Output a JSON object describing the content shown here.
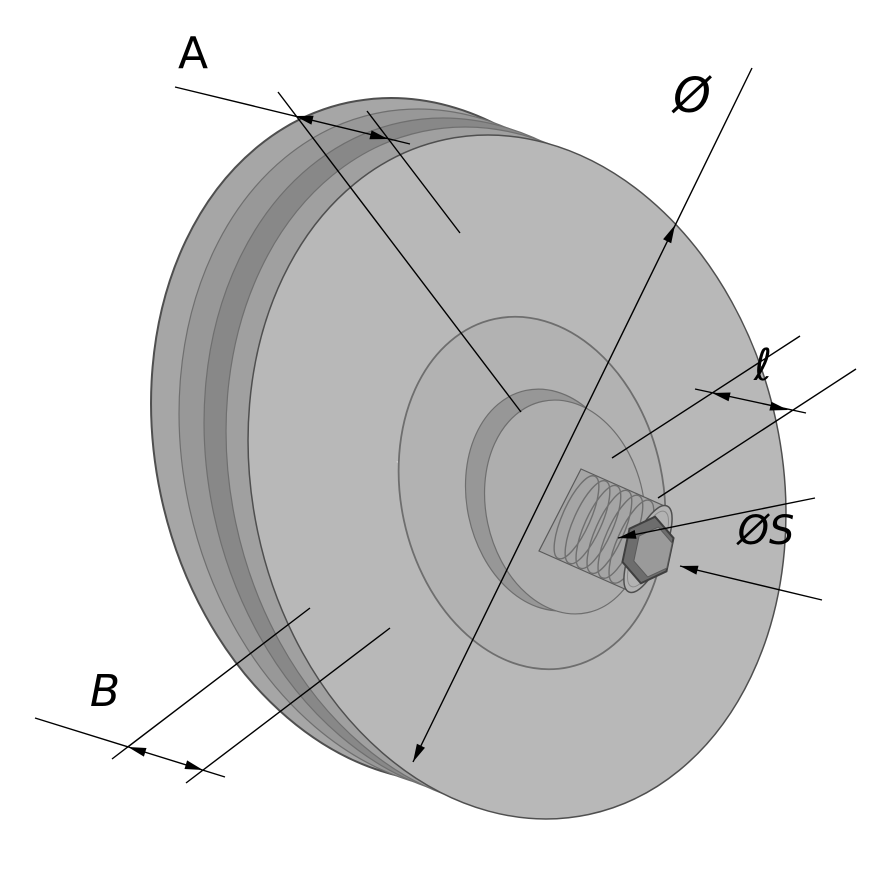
{
  "drawing": {
    "labels": {
      "groove_width": "A",
      "rim_width": "B",
      "outer_diameter": "Ø",
      "stud_length": "ℓ",
      "socket_size": "ØS"
    }
  },
  "colors": {
    "background": "#ffffff",
    "outline": "#4f4f4f",
    "face": "#b8b8b8",
    "band1": "#a6a6a6",
    "band2": "#989898",
    "band3": "#888888",
    "band4": "#a0a0a0",
    "boss": "#b2b2b2",
    "hub_side": "#979797",
    "hub_face": "#aeaeae",
    "shaft": "#a5a5a5",
    "end_face": "#b3b3b3",
    "socket_wall": "#6d6d6d",
    "socket_floor": "#9a9a9a",
    "dim": "#000000",
    "highlight": "#eeeeee"
  }
}
